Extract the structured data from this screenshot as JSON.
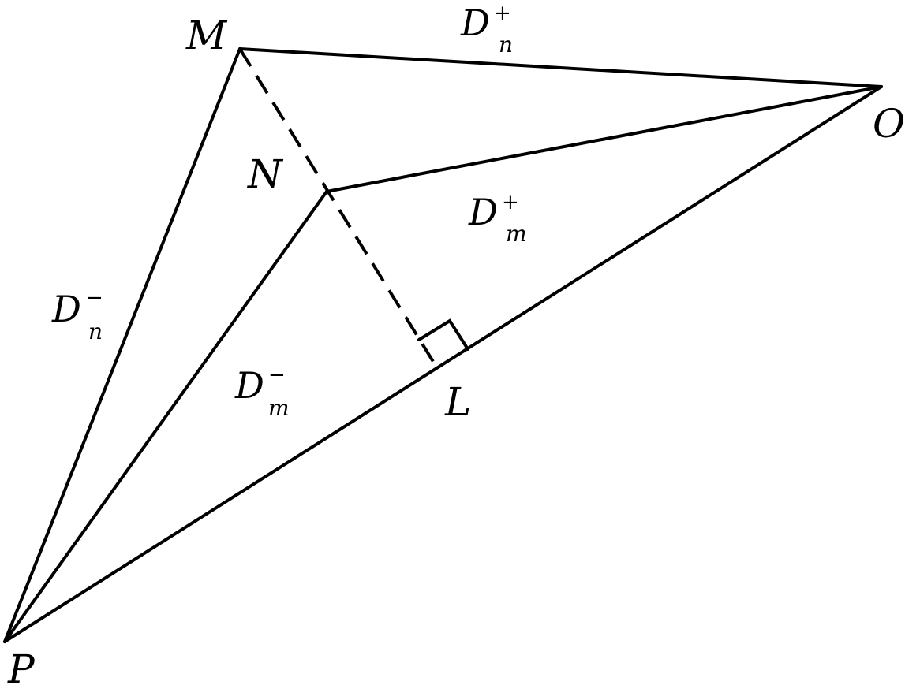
{
  "points": {
    "M": "M",
    "O": "O",
    "N": "N",
    "L": "L",
    "P": "P"
  },
  "regions": {
    "dn_plus": {
      "letter": "D",
      "sign": "+",
      "sub": "n"
    },
    "dm_plus": {
      "letter": "D",
      "sign": "+",
      "sub": "m"
    },
    "dn_minus": {
      "letter": "D",
      "sign": "−",
      "sub": "n"
    },
    "dm_minus": {
      "letter": "D",
      "sign": "−",
      "sub": "m"
    }
  }
}
